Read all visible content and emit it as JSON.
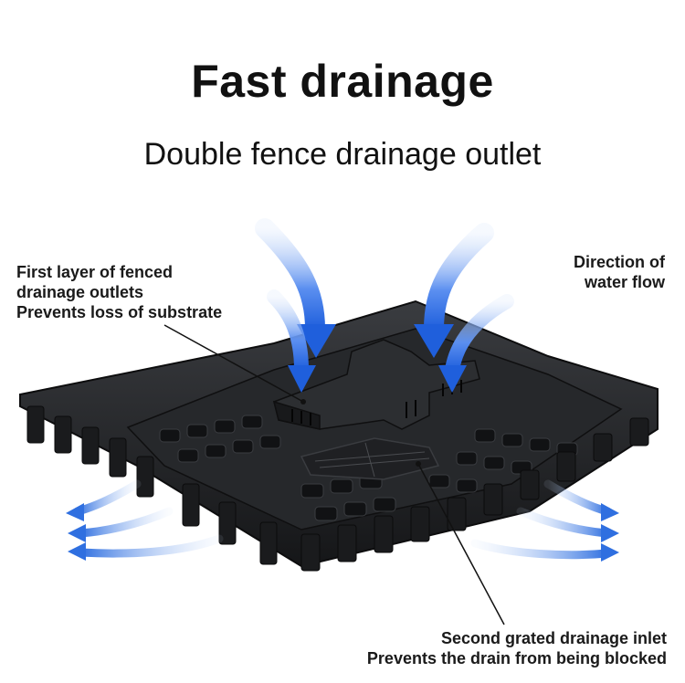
{
  "header": {
    "title": "Fast drainage",
    "subtitle": "Double fence drainage outlet"
  },
  "callouts": {
    "first_layer": {
      "line1": "First layer of fenced",
      "line2": "drainage outlets",
      "line3": "Prevents loss of substrate"
    },
    "flow": {
      "line1": "Direction of",
      "line2": "water flow"
    },
    "second_inlet": {
      "line1": "Second grated drainage inlet",
      "line2": "Prevents the drain from being blocked"
    }
  },
  "colors": {
    "tray": "#1e1f21",
    "tray_highlight": "#4a4c50",
    "arrow_blue": "#2f6fe0",
    "arrow_light": "#a9c8f5"
  },
  "icons": {
    "product": "drainage-tray-illustration",
    "flow": "water-flow-arrow-icon"
  }
}
